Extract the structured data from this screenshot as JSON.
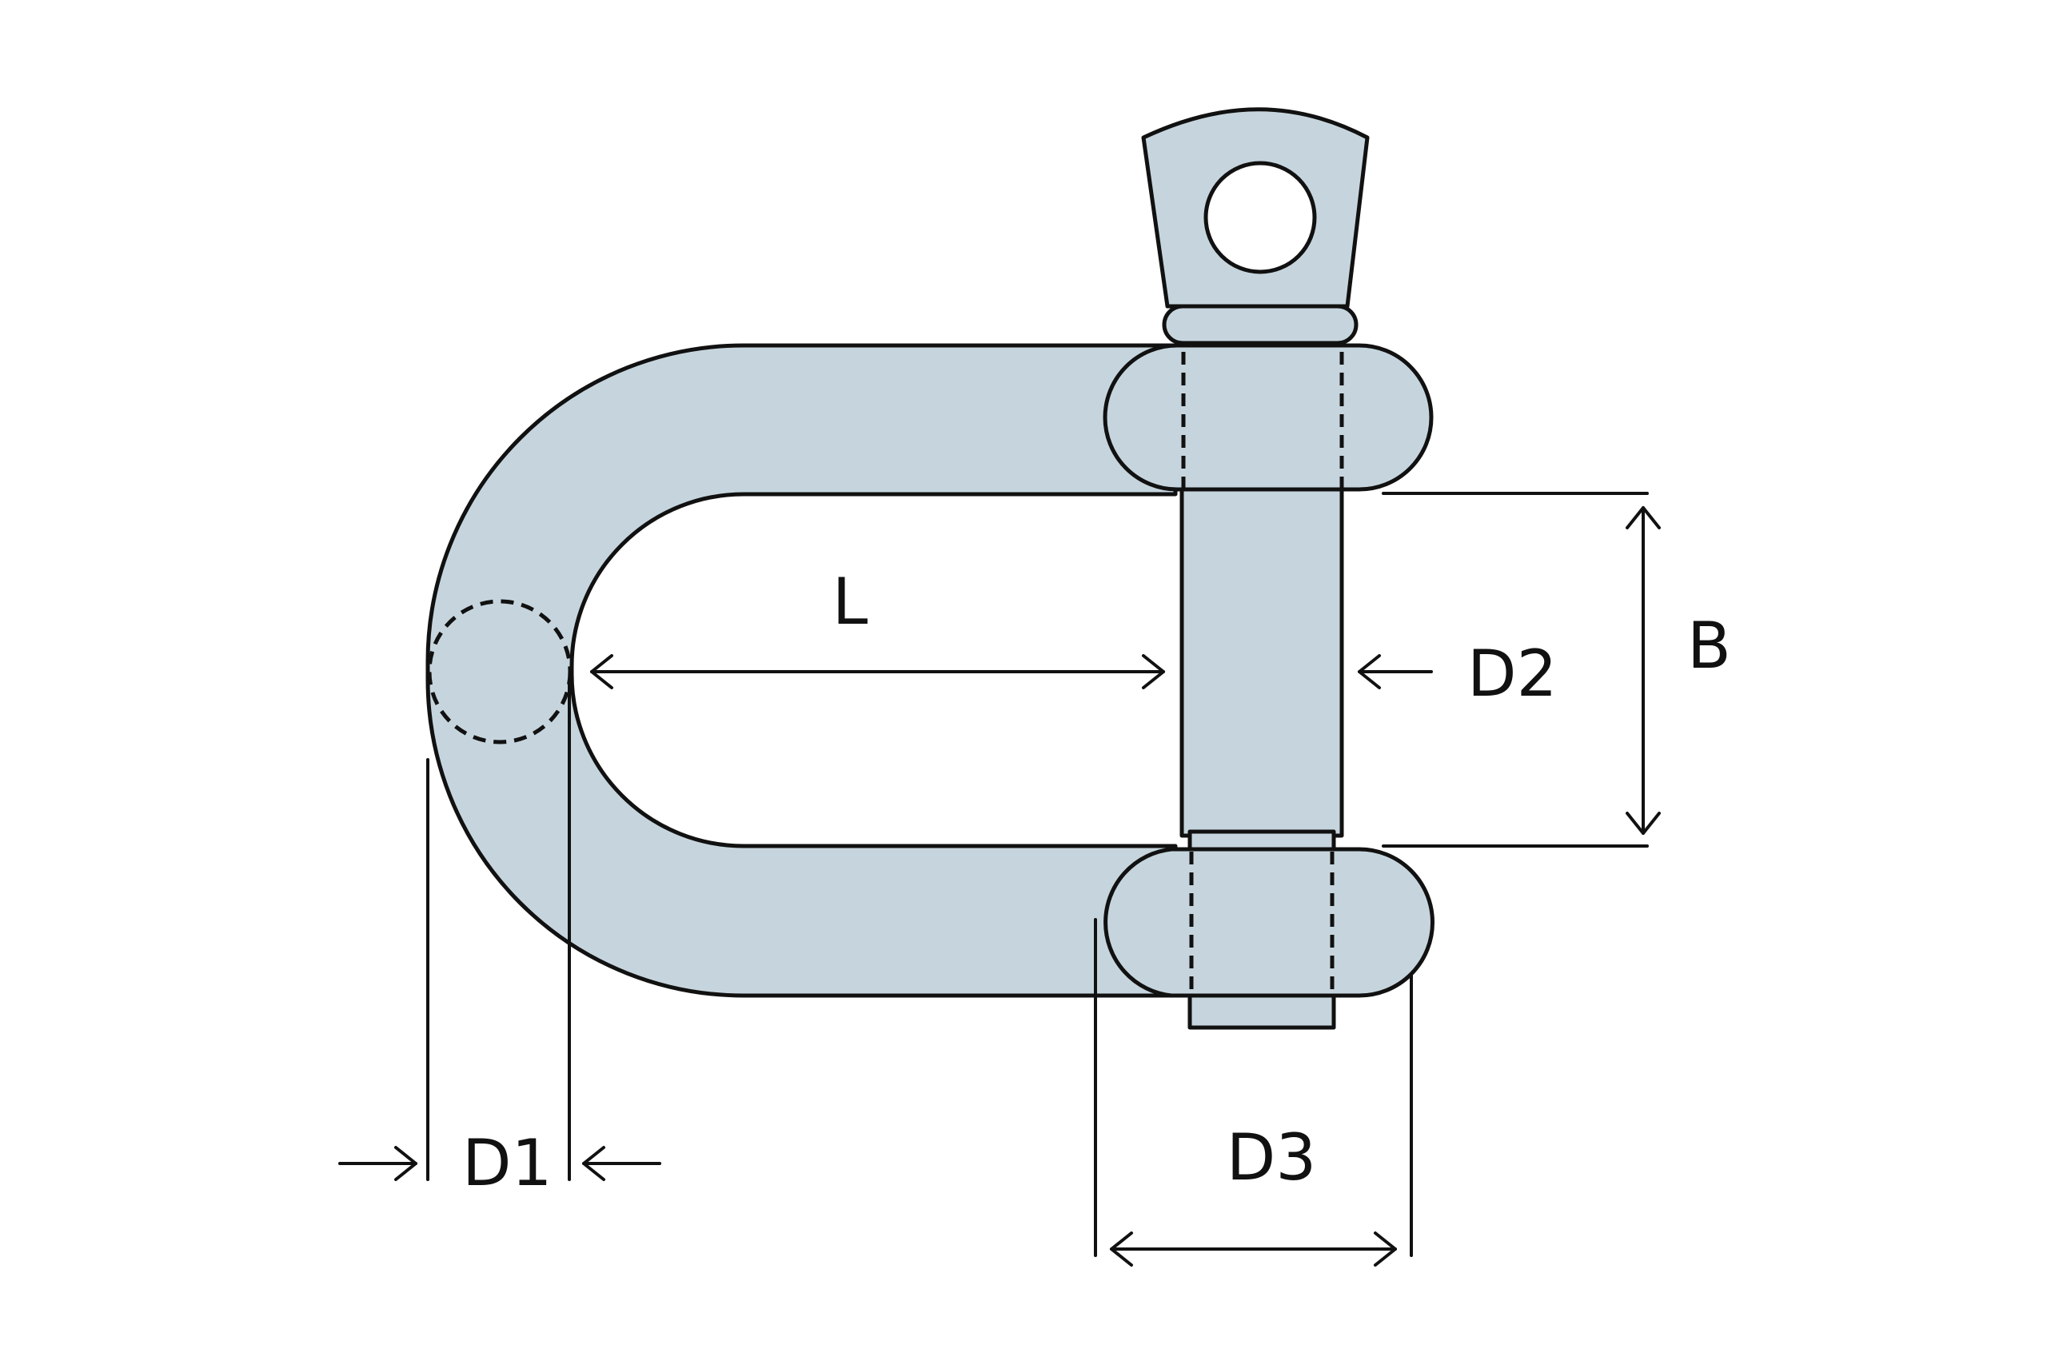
{
  "labels": {
    "length": "L",
    "pin_diameter": "D2",
    "width": "B",
    "body_diameter": "D1",
    "eye_diameter": "D3"
  },
  "colors": {
    "fill": "#c6d5dd",
    "stroke": "#111111",
    "background": "#ffffff"
  }
}
